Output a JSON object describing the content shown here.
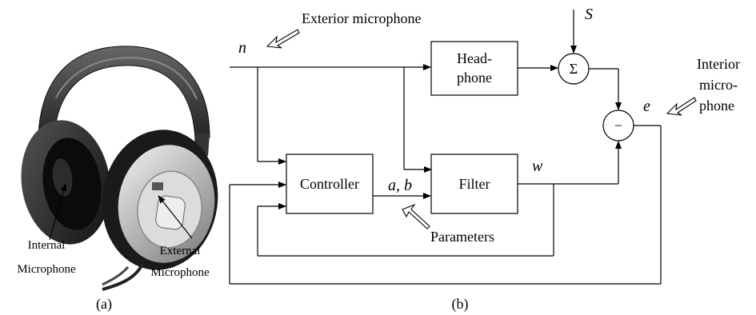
{
  "panel_a": {
    "internal_label": [
      "Internal",
      "Microphone"
    ],
    "external_label": [
      "External",
      "Microphone"
    ],
    "caption": "(a)"
  },
  "panel_b": {
    "exterior_mic_label": "Exterior microphone",
    "interior_mic_label": [
      "Interior",
      "micro-",
      "phone"
    ],
    "signal_n": "n",
    "signal_S": "S",
    "signal_e": "e",
    "signal_w": "w",
    "signal_ab": "a, b",
    "headphone_label": [
      "Head-",
      "phone"
    ],
    "controller_label": "Controller",
    "filter_label": "Filter",
    "sum_symbol": "Σ",
    "minus_symbol": "−",
    "parameters_label": "Parameters",
    "caption": "(b)"
  }
}
